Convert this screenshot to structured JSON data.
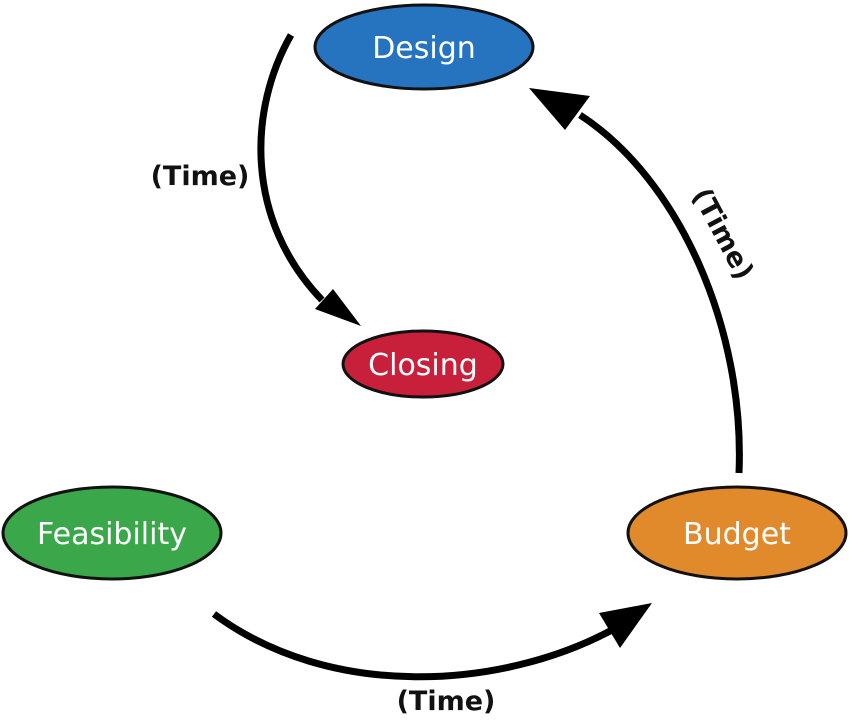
{
  "nodes": {
    "design": {
      "label": "Design",
      "color": "#2673bf"
    },
    "closing": {
      "label": "Closing",
      "color": "#c8203a"
    },
    "feasibility": {
      "label": "Feasibility",
      "color": "#3aa84a"
    },
    "budget": {
      "label": "Budget",
      "color": "#e08a2c"
    }
  },
  "edges": {
    "design_to_closing": {
      "from": "Design",
      "to": "Closing",
      "label": "(Time)"
    },
    "feasibility_to_budget": {
      "from": "Feasibility",
      "to": "Budget",
      "label": "(Time)"
    },
    "budget_to_design": {
      "from": "Budget",
      "to": "Design",
      "label": "(Time)"
    }
  }
}
